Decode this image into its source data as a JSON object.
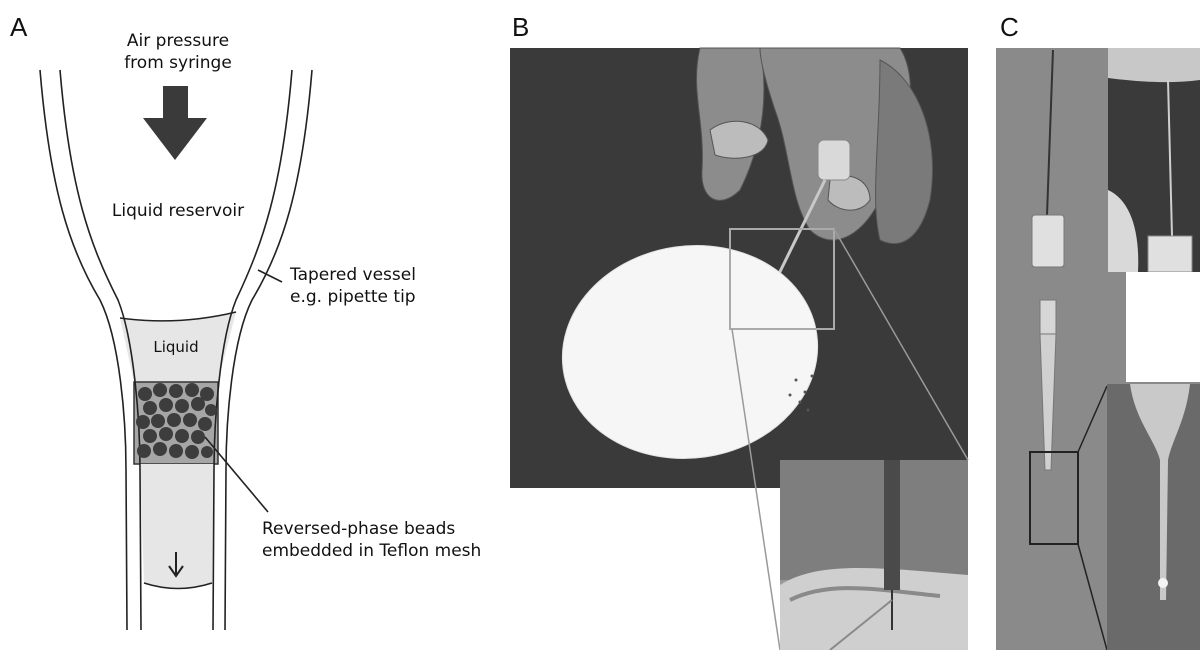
{
  "panels": {
    "a": {
      "letter": "A",
      "air_line1": "Air pressure",
      "air_line2": "from syringe",
      "reservoir": "Liquid reservoir",
      "vessel_line1": "Tapered vessel",
      "vessel_line2": "e.g. pipette tip",
      "liquid": "Liquid",
      "beads_line1": "Reversed-phase beads",
      "beads_line2": "embedded in Teflon mesh"
    },
    "b": {
      "letter": "B"
    },
    "c": {
      "letter": "C"
    }
  },
  "colors": {
    "arrow": "#3a3a3a",
    "liquid_fill": "#e6e6e6",
    "bead": "#3d3d3d",
    "mesh": "#a6a6a6",
    "photo_dark": "#3a3a3a",
    "photo_grey": "#8a8a8a"
  }
}
